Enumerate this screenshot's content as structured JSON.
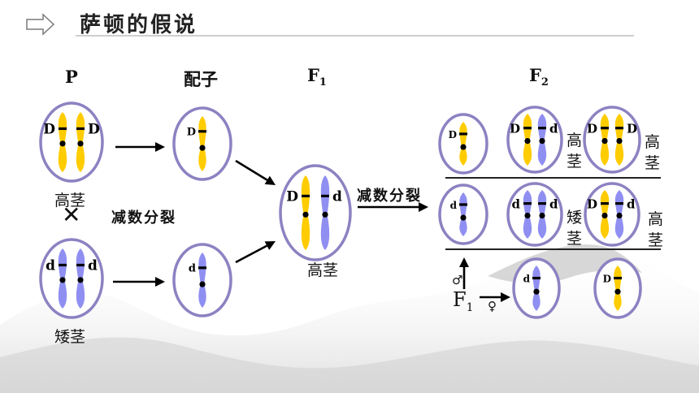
{
  "title": "萨顿的假说",
  "colors": {
    "dominant": "#ffcc00",
    "recessive": "#8f8ff2",
    "cell_fill": "#ffffff",
    "cell_stroke": "#8c82c2",
    "text": "#111111"
  },
  "headers": {
    "p": "P",
    "gamete": "配子",
    "f1_base": "F",
    "f1_sub": "1",
    "f2_base": "F",
    "f2_sub": "2"
  },
  "labels": {
    "tall_p": "高茎",
    "cross": "✕",
    "meiosis_p": "减数分裂",
    "dwarf_p": "矮茎",
    "tall_f1": "高茎",
    "meiosis_f1": "减数分裂",
    "f2_tall_1": "高茎",
    "f2_tall_2": "高茎",
    "f2_dwarf": "矮茎",
    "f2_tall_3": "高茎",
    "f1_bottom_base": "F",
    "f1_bottom_sub": "1",
    "male_symbol": "♂",
    "female_symbol": "♀"
  },
  "alleles": {
    "dominant": "D",
    "recessive": "d"
  }
}
